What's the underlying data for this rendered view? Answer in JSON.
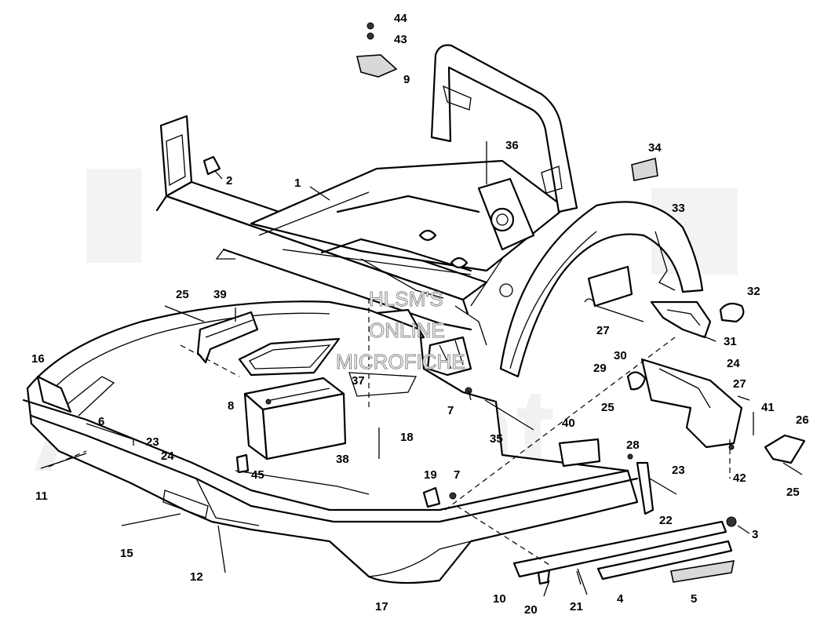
{
  "watermark": {
    "line1": "HLSM'S",
    "line2": "ONLINE",
    "line3": "MICROFICHE",
    "background_text": "ArcticCat"
  },
  "callouts": [
    {
      "n": "1"
    },
    {
      "n": "2"
    },
    {
      "n": "3"
    },
    {
      "n": "4"
    },
    {
      "n": "5"
    },
    {
      "n": "6"
    },
    {
      "n": "7"
    },
    {
      "n": "7"
    },
    {
      "n": "8"
    },
    {
      "n": "9"
    },
    {
      "n": "10"
    },
    {
      "n": "11"
    },
    {
      "n": "12"
    },
    {
      "n": "15"
    },
    {
      "n": "16"
    },
    {
      "n": "17"
    },
    {
      "n": "18"
    },
    {
      "n": "19"
    },
    {
      "n": "20"
    },
    {
      "n": "21"
    },
    {
      "n": "22"
    },
    {
      "n": "23"
    },
    {
      "n": "23"
    },
    {
      "n": "24"
    },
    {
      "n": "24"
    },
    {
      "n": "25"
    },
    {
      "n": "25"
    },
    {
      "n": "25"
    },
    {
      "n": "26"
    },
    {
      "n": "27"
    },
    {
      "n": "27"
    },
    {
      "n": "28"
    },
    {
      "n": "29"
    },
    {
      "n": "30"
    },
    {
      "n": "31"
    },
    {
      "n": "32"
    },
    {
      "n": "33"
    },
    {
      "n": "34"
    },
    {
      "n": "35"
    },
    {
      "n": "36"
    },
    {
      "n": "37"
    },
    {
      "n": "38"
    },
    {
      "n": "39"
    },
    {
      "n": "40"
    },
    {
      "n": "41"
    },
    {
      "n": "42"
    },
    {
      "n": "43"
    },
    {
      "n": "44"
    },
    {
      "n": "45"
    }
  ]
}
